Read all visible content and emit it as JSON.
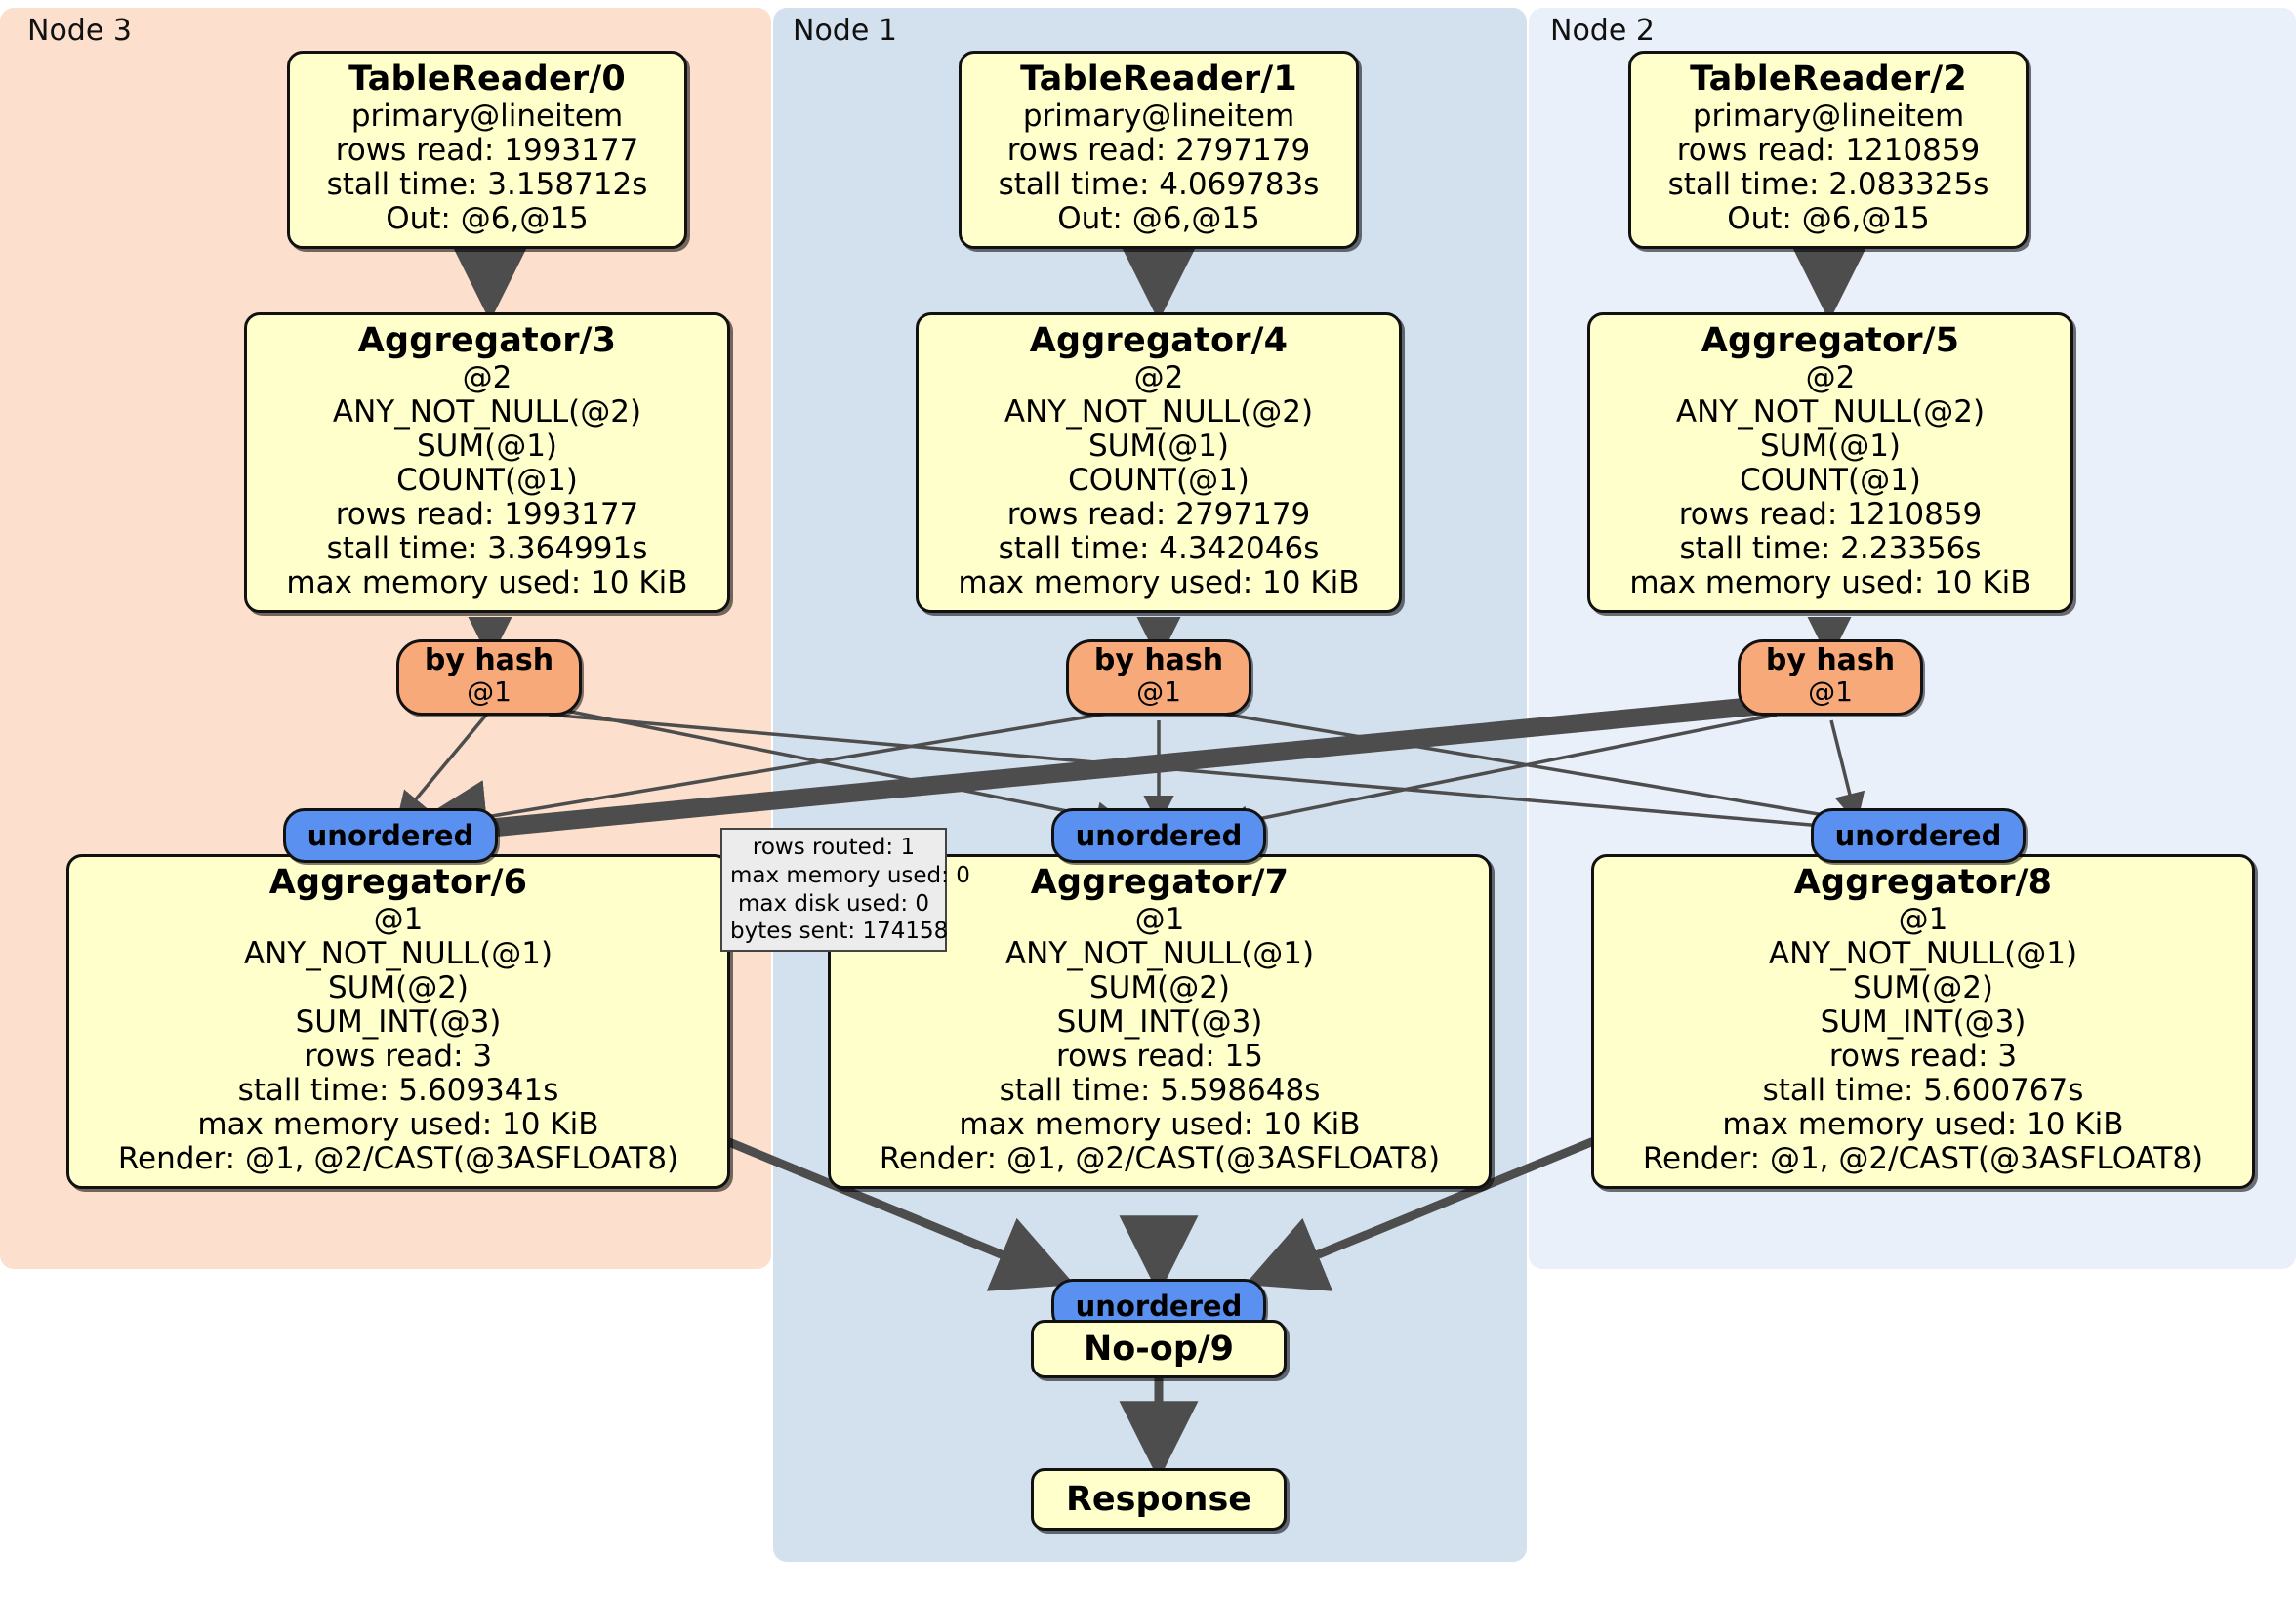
{
  "title": "Distributed query plan diagram",
  "clusters": [
    {
      "id": "node3",
      "label": "Node 3",
      "color": "#fce0cd"
    },
    {
      "id": "node1",
      "label": "Node 1",
      "color": "#d3e1ef"
    },
    {
      "id": "node2",
      "label": "Node 2",
      "color": "#eaf0fa"
    }
  ],
  "colors": {
    "operator_box": "#ffffcc",
    "router_box": "#f7a97a",
    "sync_box": "#5a91f0",
    "stat_box": "#ececec",
    "edge": "#4d4d4d",
    "border": "#111111"
  },
  "table_readers": [
    {
      "title": "TableReader/0",
      "lines": [
        "primary@lineitem",
        "rows read: 1993177",
        "stall time: 3.158712s",
        "Out: @6,@15"
      ]
    },
    {
      "title": "TableReader/1",
      "lines": [
        "primary@lineitem",
        "rows read: 2797179",
        "stall time: 4.069783s",
        "Out: @6,@15"
      ]
    },
    {
      "title": "TableReader/2",
      "lines": [
        "primary@lineitem",
        "rows read: 1210859",
        "stall time: 2.083325s",
        "Out: @6,@15"
      ]
    }
  ],
  "aggregators_top": [
    {
      "title": "Aggregator/3",
      "lines": [
        "@2",
        "ANY_NOT_NULL(@2)",
        "SUM(@1)",
        "COUNT(@1)",
        "rows read: 1993177",
        "stall time: 3.364991s",
        "max memory used: 10 KiB"
      ]
    },
    {
      "title": "Aggregator/4",
      "lines": [
        "@2",
        "ANY_NOT_NULL(@2)",
        "SUM(@1)",
        "COUNT(@1)",
        "rows read: 2797179",
        "stall time: 4.342046s",
        "max memory used: 10 KiB"
      ]
    },
    {
      "title": "Aggregator/5",
      "lines": [
        "@2",
        "ANY_NOT_NULL(@2)",
        "SUM(@1)",
        "COUNT(@1)",
        "rows read: 1210859",
        "stall time: 2.23356s",
        "max memory used: 10 KiB"
      ]
    }
  ],
  "routers": [
    {
      "title": "by hash",
      "line": "@1"
    },
    {
      "title": "by hash",
      "line": "@1"
    },
    {
      "title": "by hash",
      "line": "@1"
    }
  ],
  "sync_mid": [
    {
      "title": "unordered"
    },
    {
      "title": "unordered"
    },
    {
      "title": "unordered"
    }
  ],
  "aggregators_bottom": [
    {
      "title": "Aggregator/6",
      "lines": [
        "@1",
        "ANY_NOT_NULL(@1)",
        "SUM(@2)",
        "SUM_INT(@3)",
        "rows read: 3",
        "stall time: 5.609341s",
        "max memory used: 10 KiB",
        "Render: @1, @2/CAST(@3ASFLOAT8)"
      ]
    },
    {
      "title": "Aggregator/7",
      "lines": [
        "@1",
        "ANY_NOT_NULL(@1)",
        "SUM(@2)",
        "SUM_INT(@3)",
        "rows read: 15",
        "stall time: 5.598648s",
        "max memory used: 10 KiB",
        "Render: @1, @2/CAST(@3ASFLOAT8)"
      ]
    },
    {
      "title": "Aggregator/8",
      "lines": [
        "@1",
        "ANY_NOT_NULL(@1)",
        "SUM(@2)",
        "SUM_INT(@3)",
        "rows read: 3",
        "stall time: 5.600767s",
        "max memory used: 10 KiB",
        "Render: @1, @2/CAST(@3ASFLOAT8)"
      ]
    }
  ],
  "stat_box": {
    "lines": [
      "rows routed: 1",
      "max memory used: 0",
      "max disk used: 0",
      "bytes sent: 174158"
    ]
  },
  "sync_final": {
    "title": "unordered"
  },
  "noop": {
    "title": "No-op/9"
  },
  "response": {
    "title": "Response"
  }
}
